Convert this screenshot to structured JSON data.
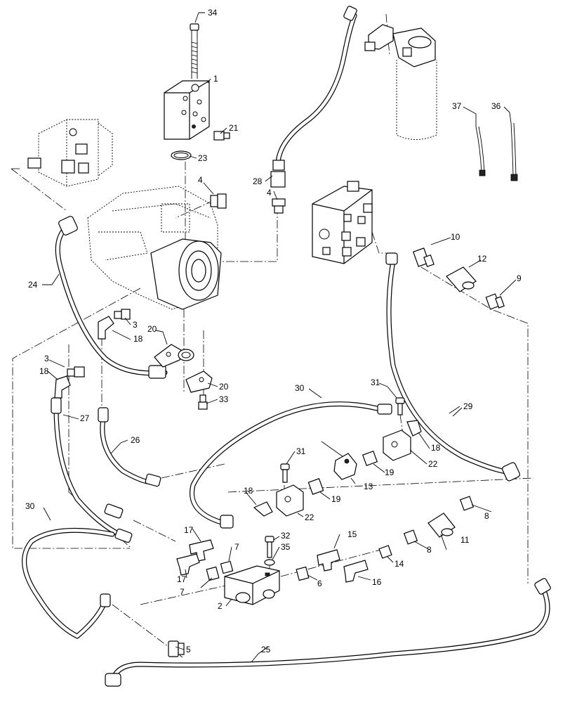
{
  "callouts": [
    {
      "id": "c1",
      "text": "1"
    },
    {
      "id": "c2",
      "text": "2"
    },
    {
      "id": "c3a",
      "text": "3"
    },
    {
      "id": "c3b",
      "text": "3"
    },
    {
      "id": "c4a",
      "text": "4"
    },
    {
      "id": "c4b",
      "text": "4"
    },
    {
      "id": "c5",
      "text": "5"
    },
    {
      "id": "c6",
      "text": "6"
    },
    {
      "id": "c7a",
      "text": "7"
    },
    {
      "id": "c7b",
      "text": "7"
    },
    {
      "id": "c8a",
      "text": "8"
    },
    {
      "id": "c8b",
      "text": "8"
    },
    {
      "id": "c9",
      "text": "9"
    },
    {
      "id": "c10",
      "text": "10"
    },
    {
      "id": "c11",
      "text": "11"
    },
    {
      "id": "c12",
      "text": "12"
    },
    {
      "id": "c13",
      "text": "13"
    },
    {
      "id": "c14",
      "text": "14"
    },
    {
      "id": "c15",
      "text": "15"
    },
    {
      "id": "c16",
      "text": "16"
    },
    {
      "id": "c17a",
      "text": "17"
    },
    {
      "id": "c17b",
      "text": "17"
    },
    {
      "id": "c18a",
      "text": "18"
    },
    {
      "id": "c18b",
      "text": "18"
    },
    {
      "id": "c18c",
      "text": "18"
    },
    {
      "id": "c18d",
      "text": "18"
    },
    {
      "id": "c19a",
      "text": "19"
    },
    {
      "id": "c19b",
      "text": "19"
    },
    {
      "id": "c20a",
      "text": "20"
    },
    {
      "id": "c20b",
      "text": "20"
    },
    {
      "id": "c21",
      "text": "21"
    },
    {
      "id": "c22a",
      "text": "22"
    },
    {
      "id": "c22b",
      "text": "22"
    },
    {
      "id": "c23",
      "text": "23"
    },
    {
      "id": "c24",
      "text": "24"
    },
    {
      "id": "c25",
      "text": "25"
    },
    {
      "id": "c26",
      "text": "26"
    },
    {
      "id": "c27",
      "text": "27"
    },
    {
      "id": "c28",
      "text": "28"
    },
    {
      "id": "c29",
      "text": "29"
    },
    {
      "id": "c30a",
      "text": "30"
    },
    {
      "id": "c30b",
      "text": "30"
    },
    {
      "id": "c31a",
      "text": "31"
    },
    {
      "id": "c31b",
      "text": "31"
    },
    {
      "id": "c32",
      "text": "32"
    },
    {
      "id": "c33",
      "text": "33"
    },
    {
      "id": "c34",
      "text": "34"
    },
    {
      "id": "c35",
      "text": "35"
    },
    {
      "id": "c36",
      "text": "36"
    },
    {
      "id": "c37",
      "text": "37"
    }
  ]
}
